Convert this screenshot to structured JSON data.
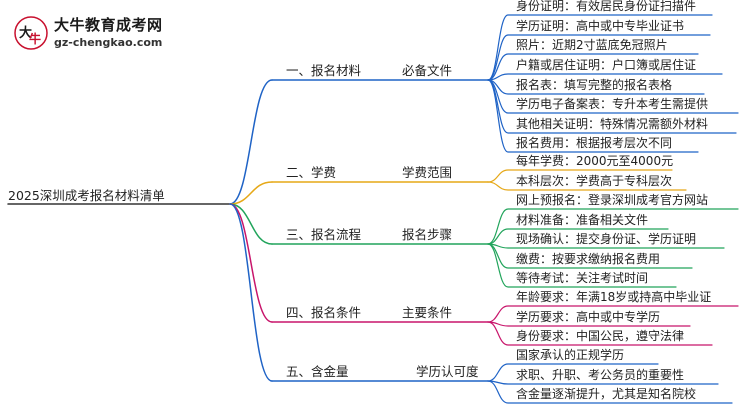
{
  "logo": {
    "name": "大牛教育成考网",
    "url": "gz-chengkao.com"
  },
  "root": "2025深圳成考报名材料清单",
  "colors": {
    "root_line": "#333333",
    "branches": [
      "#1f63c6",
      "#e6a817",
      "#21a45b",
      "#c8156b",
      "#1f63c6"
    ]
  },
  "branches": [
    {
      "label": "一、报名材料",
      "sub": "必备文件",
      "leaves": [
        "身份证明：有效居民身份证扫描件",
        "学历证明：高中或中专毕业证书",
        "照片：近期2寸蓝底免冠照片",
        "户籍或居住证明：户口簿或居住证",
        "报名表：填写完整的报名表格",
        "学历电子备案表：专升本考生需提供",
        "其他相关证明：特殊情况需额外材料",
        "报名费用：根据报考层次不同"
      ]
    },
    {
      "label": "二、学费",
      "sub": "学费范围",
      "leaves": [
        "每年学费：2000元至4000元",
        "本科层次：学费高于专科层次"
      ]
    },
    {
      "label": "三、报名流程",
      "sub": "报名步骤",
      "leaves": [
        "网上预报名：登录深圳成考官方网站",
        "材料准备：准备相关文件",
        "现场确认：提交身份证、学历证明",
        "缴费：按要求缴纳报名费用",
        "等待考试：关注考试时间"
      ]
    },
    {
      "label": "四、报名条件",
      "sub": "主要条件",
      "leaves": [
        "年龄要求：年满18岁或持高中毕业证",
        "学历要求：高中或中专学历",
        "身份要求：中国公民，遵守法律"
      ]
    },
    {
      "label": "五、含金量",
      "sub": "学历认可度",
      "leaves": [
        "国家承认的正规学历",
        "求职、升职、考公务员的重要性",
        "含金量逐渐提升，尤其是知名院校"
      ]
    }
  ]
}
